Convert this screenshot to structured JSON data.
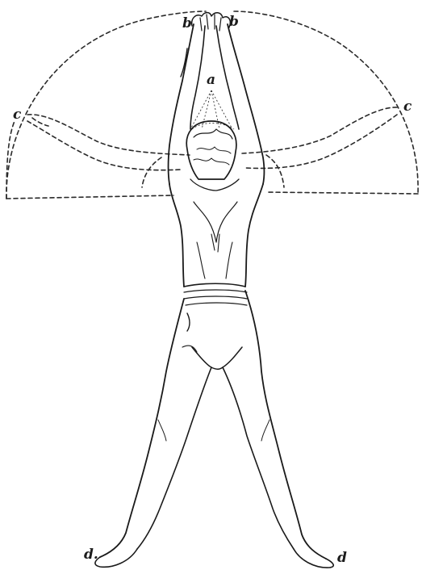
{
  "labels": {
    "b_left": "b",
    "b_right": "b",
    "a": "a",
    "c_left": "c",
    "c_right": "c",
    "d_left": "d.",
    "d_right": "d"
  },
  "ink_color": "#1a1a1a",
  "background": "#ffffff"
}
